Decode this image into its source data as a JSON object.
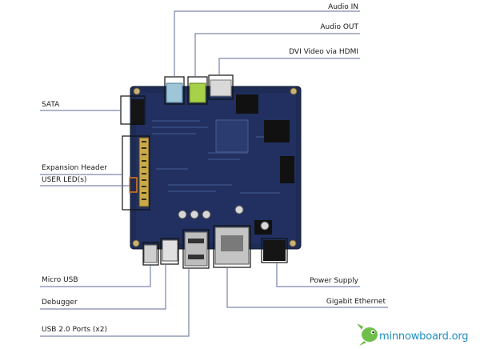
{
  "callouts": {
    "audio_in": "Audio IN",
    "audio_out": "Audio OUT",
    "dvi_video": "DVI Video via HDMI",
    "sata": "SATA",
    "expansion_header": "Expansion Header",
    "user_leds": "USER LED(s)",
    "micro_usb": "Micro USB",
    "debugger": "Debugger",
    "usb_ports": "USB 2.0 Ports (x2)",
    "power_supply": "Power Supply",
    "gigabit_ethernet": "Gigabit Ethernet"
  },
  "logo": {
    "text": "minnowboard.org",
    "mascot_icon": "fish-mascot-icon"
  },
  "colors": {
    "leader_line": "#5f6a9a",
    "highlight_box": "#111111",
    "user_led_box": "#e07a1f",
    "pcb_blue": "#1e2c55",
    "audio_in_jack": "#9ec6d8",
    "audio_out_jack": "#a8d14a",
    "logo_blue": "#1d8fc4",
    "mascot_green": "#6fbf4a"
  }
}
